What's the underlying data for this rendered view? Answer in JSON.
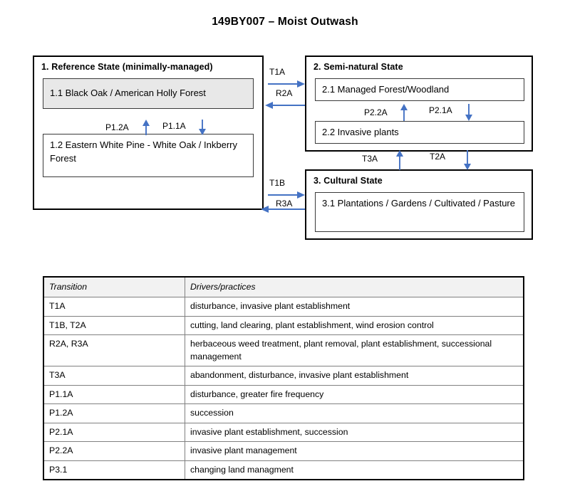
{
  "title": "149BY007 – Moist Outwash",
  "colors": {
    "arrow": "#4472C4",
    "shaded_phase_fill": "#E8E8E8",
    "table_header_fill": "#F2F2F2",
    "box_border": "#000000"
  },
  "states": [
    {
      "id": "reference",
      "title": "1.  Reference State (minimally-managed)",
      "phases": [
        {
          "id": "1.1",
          "label": "1.1 Black Oak / American Holly Forest",
          "shaded": true
        },
        {
          "id": "1.2",
          "label": "1.2 Eastern White Pine - White Oak / Inkberry Forest",
          "shaded": false
        }
      ]
    },
    {
      "id": "semi-natural",
      "title": "2.  Semi-natural State",
      "phases": [
        {
          "id": "2.1",
          "label": "2.1 Managed Forest/Woodland",
          "shaded": false
        },
        {
          "id": "2.2",
          "label": "2.2 Invasive plants",
          "shaded": false
        }
      ]
    },
    {
      "id": "cultural",
      "title": "3.  Cultural State",
      "phases": [
        {
          "id": "3.1",
          "label": "3.1  Plantations / Gardens / Cultivated / Pasture",
          "shaded": false
        }
      ]
    }
  ],
  "arrows": [
    {
      "id": "t1a",
      "label": "T1A",
      "direction": "right",
      "from": "1. Reference State",
      "to": "2. Semi-natural State"
    },
    {
      "id": "r2a",
      "label": "R2A",
      "direction": "left",
      "from": "2. Semi-natural State",
      "to": "1. Reference State"
    },
    {
      "id": "t1b",
      "label": "T1B",
      "direction": "right",
      "from": "1. Reference State",
      "to": "3. Cultural State"
    },
    {
      "id": "r3a",
      "label": "R3A",
      "direction": "left",
      "from": "3. Cultural State",
      "to": "1. Reference State"
    },
    {
      "id": "t3a",
      "label": "T3A",
      "direction": "up",
      "from": "3. Cultural State",
      "to": "2. Semi-natural State"
    },
    {
      "id": "t2a",
      "label": "T2A",
      "direction": "down",
      "from": "2. Semi-natural State",
      "to": "3. Cultural State"
    },
    {
      "id": "p11a",
      "label": "P1.1A",
      "direction": "down",
      "from": "1.1",
      "to": "1.2"
    },
    {
      "id": "p12a",
      "label": "P1.2A",
      "direction": "up",
      "from": "1.2",
      "to": "1.1"
    },
    {
      "id": "p21a",
      "label": "P2.1A",
      "direction": "down",
      "from": "2.1",
      "to": "2.2"
    },
    {
      "id": "p22a",
      "label": "P2.2A",
      "direction": "up",
      "from": "2.2",
      "to": "2.1"
    }
  ],
  "table": {
    "headers": [
      "Transition",
      "Drivers/practices"
    ],
    "rows": [
      {
        "transition": "T1A",
        "drivers": "disturbance, invasive plant establishment"
      },
      {
        "transition": "T1B, T2A",
        "drivers": "cutting, land clearing, plant establishment, wind erosion control"
      },
      {
        "transition": "R2A, R3A",
        "drivers": "herbaceous weed treatment, plant removal, plant establishment, successional management"
      },
      {
        "transition": "T3A",
        "drivers": "abandonment, disturbance, invasive plant establishment"
      },
      {
        "transition": "P1.1A",
        "drivers": "disturbance, greater fire frequency"
      },
      {
        "transition": "P1.2A",
        "drivers": "succession"
      },
      {
        "transition": "P2.1A",
        "drivers": "invasive plant establishment, succession"
      },
      {
        "transition": "P2.2A",
        "drivers": "invasive plant management"
      },
      {
        "transition": "P3.1",
        "drivers": "changing land managment"
      }
    ]
  }
}
